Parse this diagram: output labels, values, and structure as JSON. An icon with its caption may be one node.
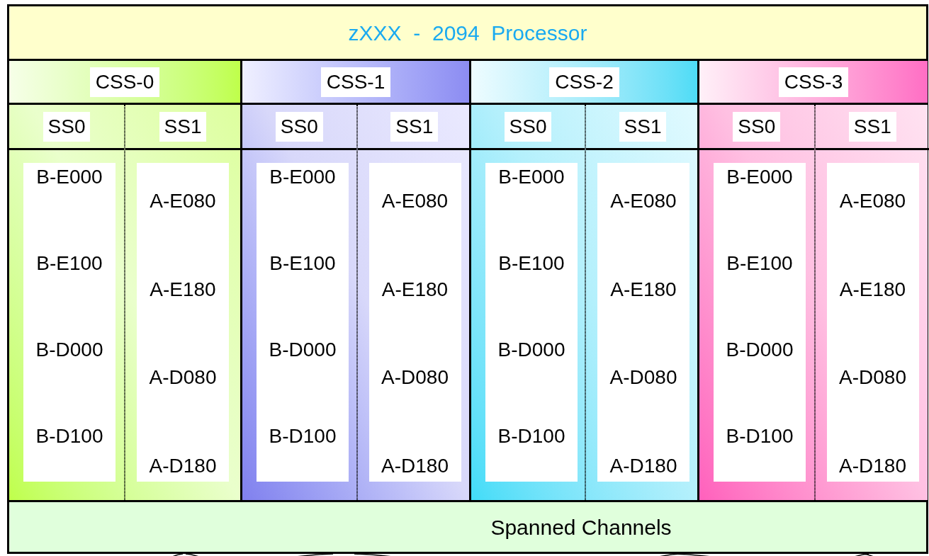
{
  "diagram": {
    "nodes": [
      {
        "text": [
          "zXXX  -  2094  Processor"
        ]
      },
      {
        "text": [
          "CSS-0"
        ]
      },
      {
        "text": [
          "SS0"
        ],
        "in": 1
      },
      {
        "text": [
          "B-E000",
          "B-E100",
          "B-D000",
          "B-D100"
        ],
        "in": 2
      },
      {
        "text": [
          "SS1"
        ],
        "in": 1
      },
      {
        "text": [
          "A-E080",
          "A-E180",
          "A-D080",
          "A-D180"
        ],
        "in": 4
      },
      {
        "text": [
          "CSS-1"
        ]
      },
      {
        "text": [
          "SS0"
        ],
        "in": 6
      },
      {
        "text": [
          "B-E000",
          "B-E100",
          "B-D000",
          "B-D100"
        ],
        "in": 7
      },
      {
        "text": [
          "SS1"
        ],
        "in": 6
      },
      {
        "text": [
          "A-E080",
          "A-E180",
          "A-D080",
          "A-D180"
        ],
        "in": 9
      },
      {
        "text": [
          "CSS-2"
        ]
      },
      {
        "text": [
          "SS0"
        ],
        "in": 11
      },
      {
        "text": [
          "B-E000",
          "B-E100",
          "B-D000",
          "B-D100"
        ],
        "in": 12
      },
      {
        "text": [
          "SS1"
        ],
        "in": 11
      },
      {
        "text": [
          "A-E080",
          "A-E180",
          "A-D080",
          "A-D180"
        ],
        "in": 14
      },
      {
        "text": [
          "CSS-3"
        ]
      },
      {
        "text": [
          "SS0"
        ],
        "in": 16
      },
      {
        "text": [
          "B-E000",
          "B-E100",
          "B-D000",
          "B-D100"
        ],
        "in": 17
      },
      {
        "text": [
          "SS1"
        ],
        "in": 16
      },
      {
        "text": [
          "A-E080",
          "A-E180",
          "A-D080",
          "A-D180"
        ],
        "in": 19
      },
      {
        "text": [
          "Spanned Channels"
        ]
      }
    ],
    "edges": [
      {
        "from": 21,
        "to": null,
        "arrow": "none"
      },
      {
        "from": 21,
        "to": null,
        "arrow": "none"
      },
      {
        "from": 21,
        "to": null,
        "arrow": "none"
      },
      {
        "from": 21,
        "to": null,
        "arrow": "none"
      },
      {
        "from": 21,
        "to": null,
        "arrow": "none"
      },
      {
        "from": 21,
        "to": null,
        "arrow": "none"
      },
      {
        "from": 21,
        "to": null,
        "arrow": "none"
      },
      {
        "from": 21,
        "to": null,
        "arrow": "none"
      }
    ]
  }
}
